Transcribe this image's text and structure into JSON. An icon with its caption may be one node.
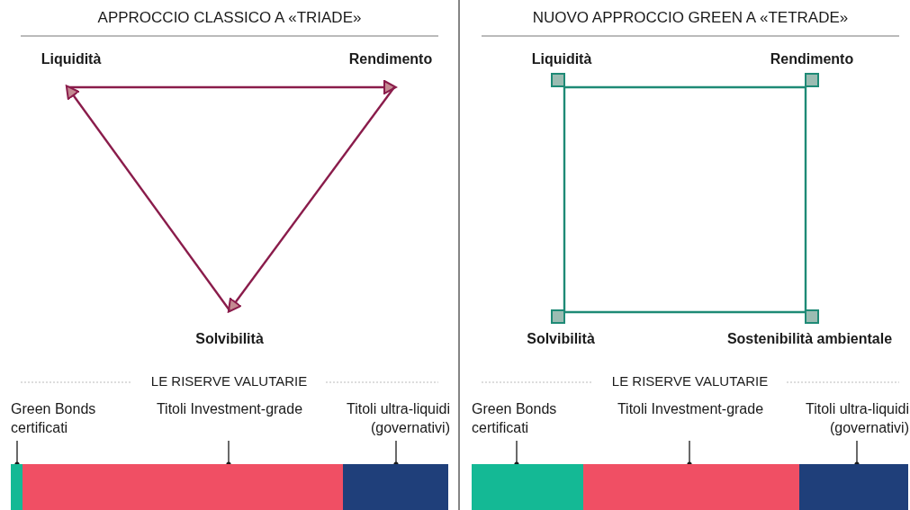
{
  "diagram": {
    "nodes": [
      {
        "text": [
          "Liquidità"
        ]
      },
      {
        "text": [
          "Rendimento"
        ]
      },
      {
        "text": [
          "Solvibilità"
        ]
      },
      {
        "text": [
          "Liquidità"
        ]
      },
      {
        "text": [
          "Rendimento"
        ]
      },
      {
        "text": [
          "Solvibilità"
        ]
      },
      {
        "text": [
          "Sostenibilità ambientale"
        ]
      },
      {
        "text": [
          "Green Bonds certificati"
        ]
      },
      {
        "text": [
          "Titoli Investment-grade"
        ]
      },
      {
        "text": [
          "Titoli ultra-liquidi (governativi)"
        ]
      },
      {
        "text": [],
        "shape": "bar"
      },
      {
        "text": [],
        "shape": "bar"
      },
      {
        "text": [],
        "shape": "bar"
      },
      {
        "text": [
          "Green Bonds certificati"
        ]
      },
      {
        "text": [
          "Titoli Investment-grade"
        ]
      },
      {
        "text": [
          "Titoli ultra-liquidi (governativi)"
        ]
      },
      {
        "text": [],
        "shape": "bar"
      },
      {
        "text": [],
        "shape": "bar"
      },
      {
        "text": [],
        "shape": "bar"
      }
    ],
    "edges": [
      {
        "from": 0,
        "to": 1,
        "arrow": "to",
        "color": "#8a1c4b"
      },
      {
        "from": 1,
        "to": 2,
        "arrow": "to",
        "color": "#8a1c4b"
      },
      {
        "from": 2,
        "to": 0,
        "arrow": "to",
        "color": "#8a1c4b"
      },
      {
        "from": 3,
        "to": 4,
        "arrow": "other",
        "color": "#1e8a76"
      },
      {
        "from": 3,
        "to": 5,
        "arrow": "other",
        "color": "#1e8a76"
      },
      {
        "from": 4,
        "to": 6,
        "arrow": "other",
        "color": "#1e8a76"
      },
      {
        "from": 5,
        "to": 6,
        "arrow": "other",
        "color": "#1e8a76"
      },
      {
        "from": 7,
        "to": 10,
        "arrow": "other"
      },
      {
        "from": 8,
        "to": 11,
        "arrow": "other"
      },
      {
        "from": 9,
        "to": 12,
        "arrow": "other"
      },
      {
        "from": 13,
        "to": 16,
        "arrow": "other"
      },
      {
        "from": 14,
        "to": 17,
        "arrow": "other"
      },
      {
        "from": 15,
        "to": 18,
        "arrow": "other"
      }
    ],
    "labels": [
      "APPROCCIO CLASSICO A «TRIADE»",
      "NUOVO APPROCCIO GREEN A «TETRADE»",
      "LE RISERVE VALUTARIE",
      "LE RISERVE VALUTARIE"
    ]
  }
}
